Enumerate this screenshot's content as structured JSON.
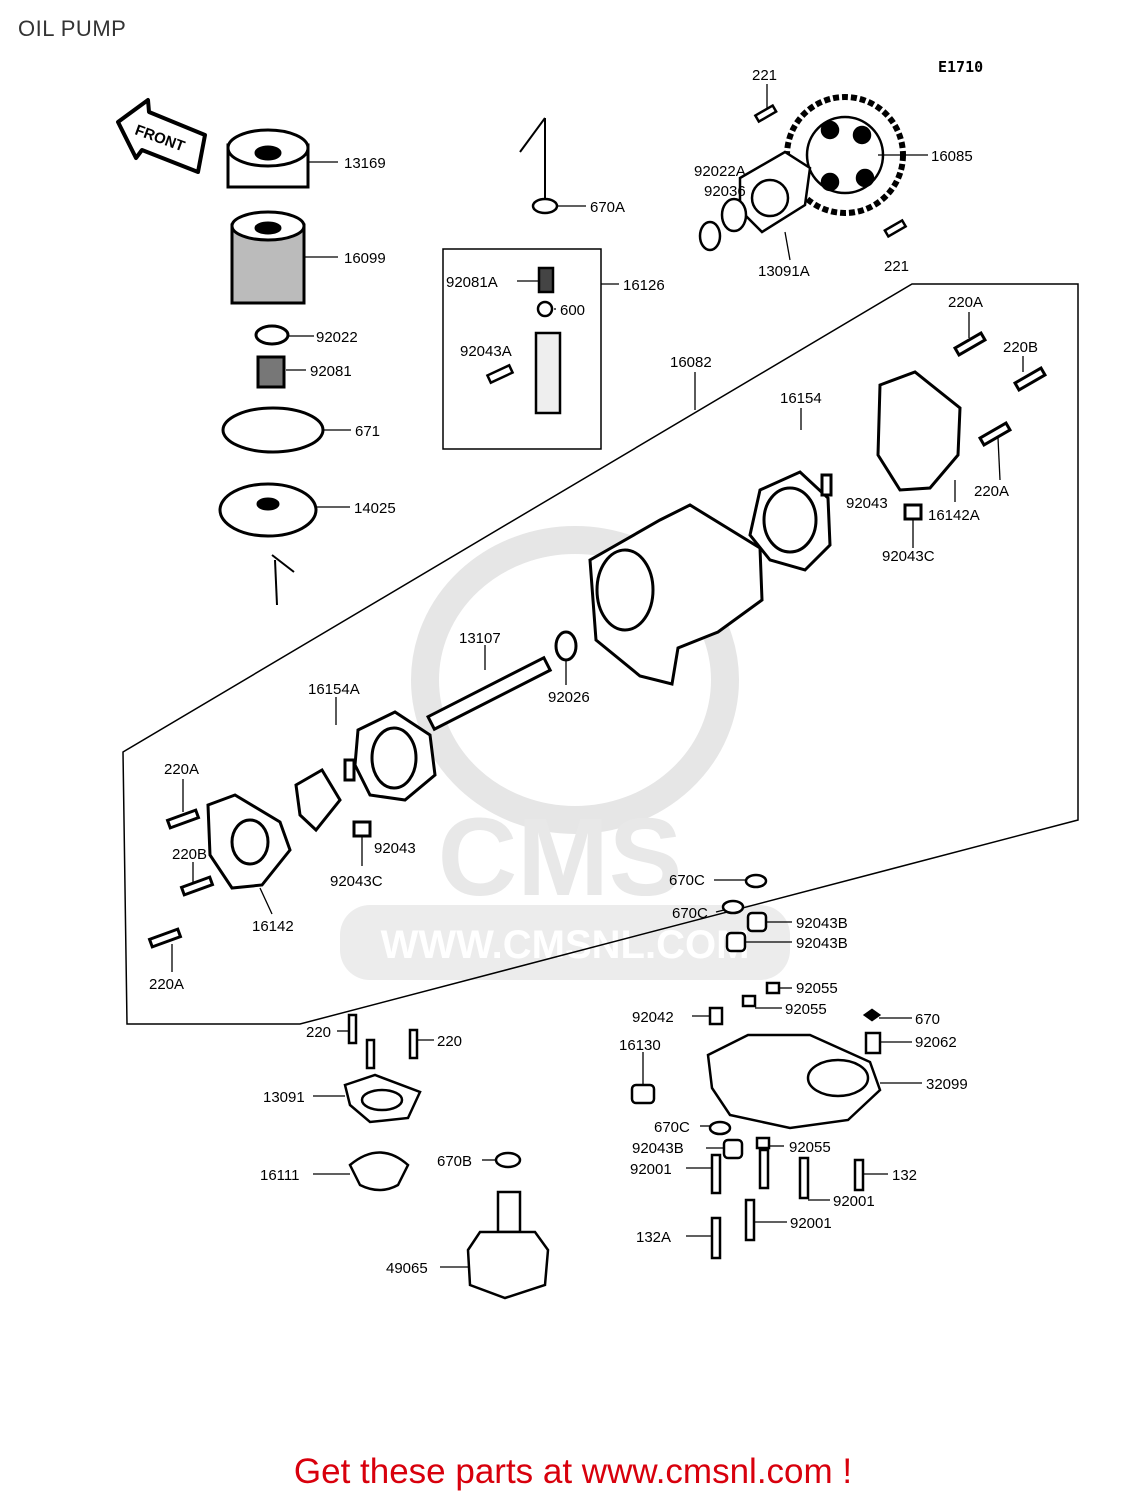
{
  "page": {
    "title": "OIL PUMP",
    "diagram_code": "E1710"
  },
  "front_arrow": {
    "label": "FRONT"
  },
  "watermark": {
    "brand": "CMS",
    "url": "WWW.CMSNL.COM"
  },
  "parts": {
    "p13169": "13169",
    "p16099": "16099",
    "p92022": "92022",
    "p92081": "92081",
    "p671": "671",
    "p14025": "14025",
    "p670A": "670A",
    "p92081A": "92081A",
    "p16126": "16126",
    "p600": "600",
    "p92043A": "92043A",
    "p16082": "16082",
    "p221a": "221",
    "p221b": "221",
    "p16085": "16085",
    "p92022A": "92022A",
    "p92036": "92036",
    "p13091A": "13091A",
    "p220A_top": "220A",
    "p220B_top": "220B",
    "p16154": "16154",
    "p220A_right": "220A",
    "p92043_top": "92043",
    "p16142A": "16142A",
    "p92043C_top": "92043C",
    "p13107": "13107",
    "p92026": "92026",
    "p16154A": "16154A",
    "p220A_left": "220A",
    "p92043_bot": "92043",
    "p220B_left": "220B",
    "p92043C_bot": "92043C",
    "p16142": "16142",
    "p220A_leftbot": "220A",
    "p670C_1": "670C",
    "p670C_2": "670C",
    "p92043B_1": "92043B",
    "p92043B_2": "92043B",
    "p92055_1": "92055",
    "p92055_2": "92055",
    "p92042": "92042",
    "p670": "670",
    "p92062": "92062",
    "p16130": "16130",
    "p32099": "32099",
    "p670C_3": "670C",
    "p92043B_3": "92043B",
    "p92055_3": "92055",
    "p92001_1": "92001",
    "p132": "132",
    "p92001_2": "92001",
    "p132A": "132A",
    "p92001_3": "92001",
    "p220_l": "220",
    "p220_r": "220",
    "p13091": "13091",
    "p16111": "16111",
    "p670B": "670B",
    "p49065": "49065"
  },
  "footer": {
    "text": "Get these parts at www.cmsnl.com !"
  },
  "colors": {
    "line": "#000000",
    "watermark": "#e6e6e6",
    "footer": "#d8000c"
  }
}
